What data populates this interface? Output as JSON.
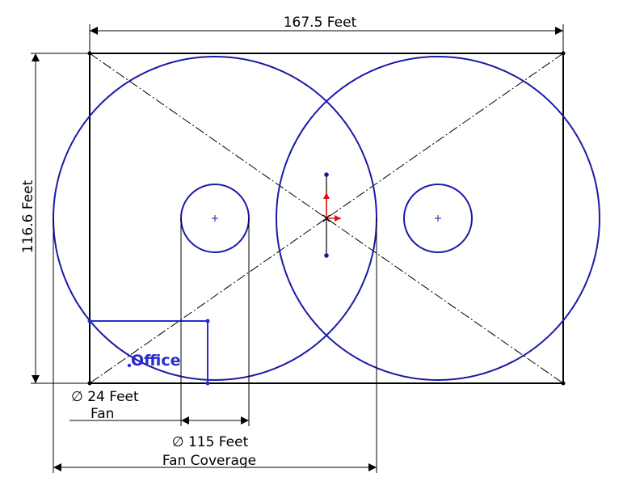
{
  "drawing": {
    "width_label": "167.5 Feet",
    "height_label": "116.6 Feet",
    "fan_diameter_symbol": "∅",
    "fan_diameter_value": "24 Feet",
    "fan_label": "Fan",
    "coverage_diameter_symbol": "∅",
    "coverage_diameter_value": "115 Feet",
    "coverage_label": "Fan Coverage",
    "office_label": "Office"
  },
  "colors": {
    "sketch_blue": "#1a1aa6",
    "office_blue": "#2b2bcf",
    "line_black": "#000000",
    "axis_red": "#e01010"
  }
}
